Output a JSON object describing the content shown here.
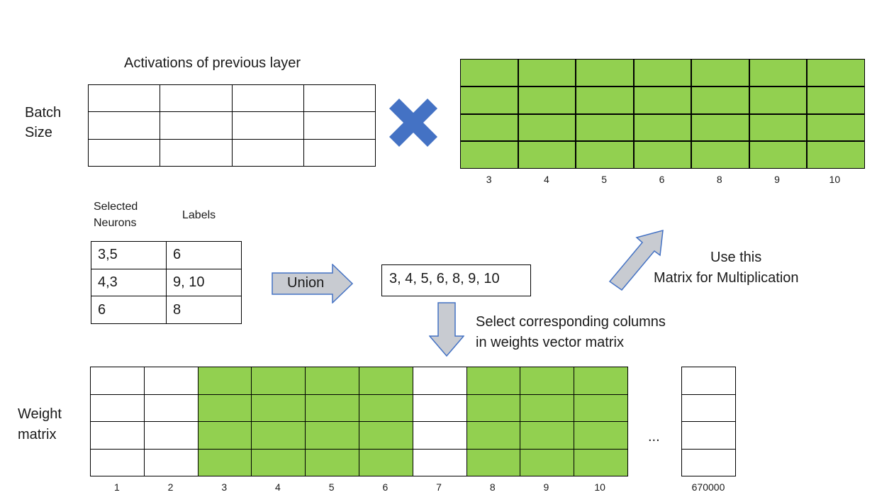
{
  "activations": {
    "title": "Activations of previous layer",
    "side_label_line1": "Batch",
    "side_label_line2": "Size"
  },
  "multiply_symbol": "multiply-icon",
  "top_matrix": {
    "column_labels": [
      "3",
      "4",
      "5",
      "6",
      "8",
      "9",
      "10"
    ]
  },
  "neurons": {
    "header_selected_line1": "Selected",
    "header_selected_line2": "Neurons",
    "header_labels": "Labels",
    "rows": [
      {
        "selected": "3,5",
        "labels": "6"
      },
      {
        "selected": "4,3",
        "labels": "9, 10"
      },
      {
        "selected": "6",
        "labels": "8"
      }
    ]
  },
  "union": {
    "label": "Union",
    "result": "3, 4, 5, 6, 8, 9, 10"
  },
  "use_matrix": {
    "line1": "Use this",
    "line2": "Matrix for Multiplication"
  },
  "select_columns": {
    "line1": "Select corresponding columns",
    "line2": "in weights vector matrix"
  },
  "weight_matrix": {
    "side_label_line1": "Weight",
    "side_label_line2": "matrix",
    "column_labels": [
      "1",
      "2",
      "3",
      "4",
      "5",
      "6",
      "7",
      "8",
      "9",
      "10"
    ],
    "selected_columns": [
      3,
      4,
      5,
      6,
      8,
      9,
      10
    ],
    "ellipsis": "...",
    "last_column_label": "670000"
  },
  "colors": {
    "selected_fill": "#92d050",
    "arrow_fill": "#c8cbd1",
    "arrow_stroke": "#4472c4",
    "multiply": "#4472c4"
  }
}
